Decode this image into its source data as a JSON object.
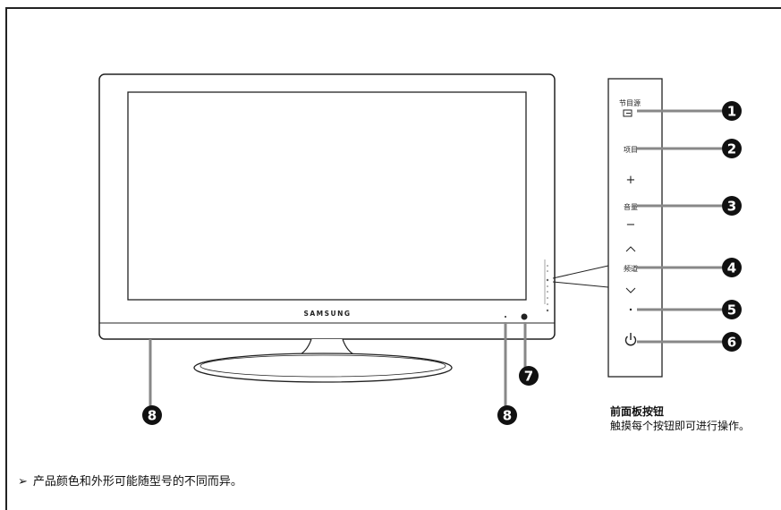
{
  "brand": "SAMSUNG",
  "panel_buttons": {
    "source": "节目源",
    "menu": "项目",
    "vol_plus": "+",
    "volume": "音量",
    "vol_minus": "−",
    "ch_up": "︿",
    "channel": "频道",
    "ch_down": "﹀"
  },
  "callouts": [
    "1",
    "2",
    "3",
    "4",
    "5",
    "6",
    "7",
    "8"
  ],
  "front_panel": {
    "title": "前面板按钮",
    "body": "触摸每个按钮即可进行操作。"
  },
  "footnote": {
    "marker": "➢",
    "text": "产品颜色和外形可能随型号的不同而异。"
  }
}
